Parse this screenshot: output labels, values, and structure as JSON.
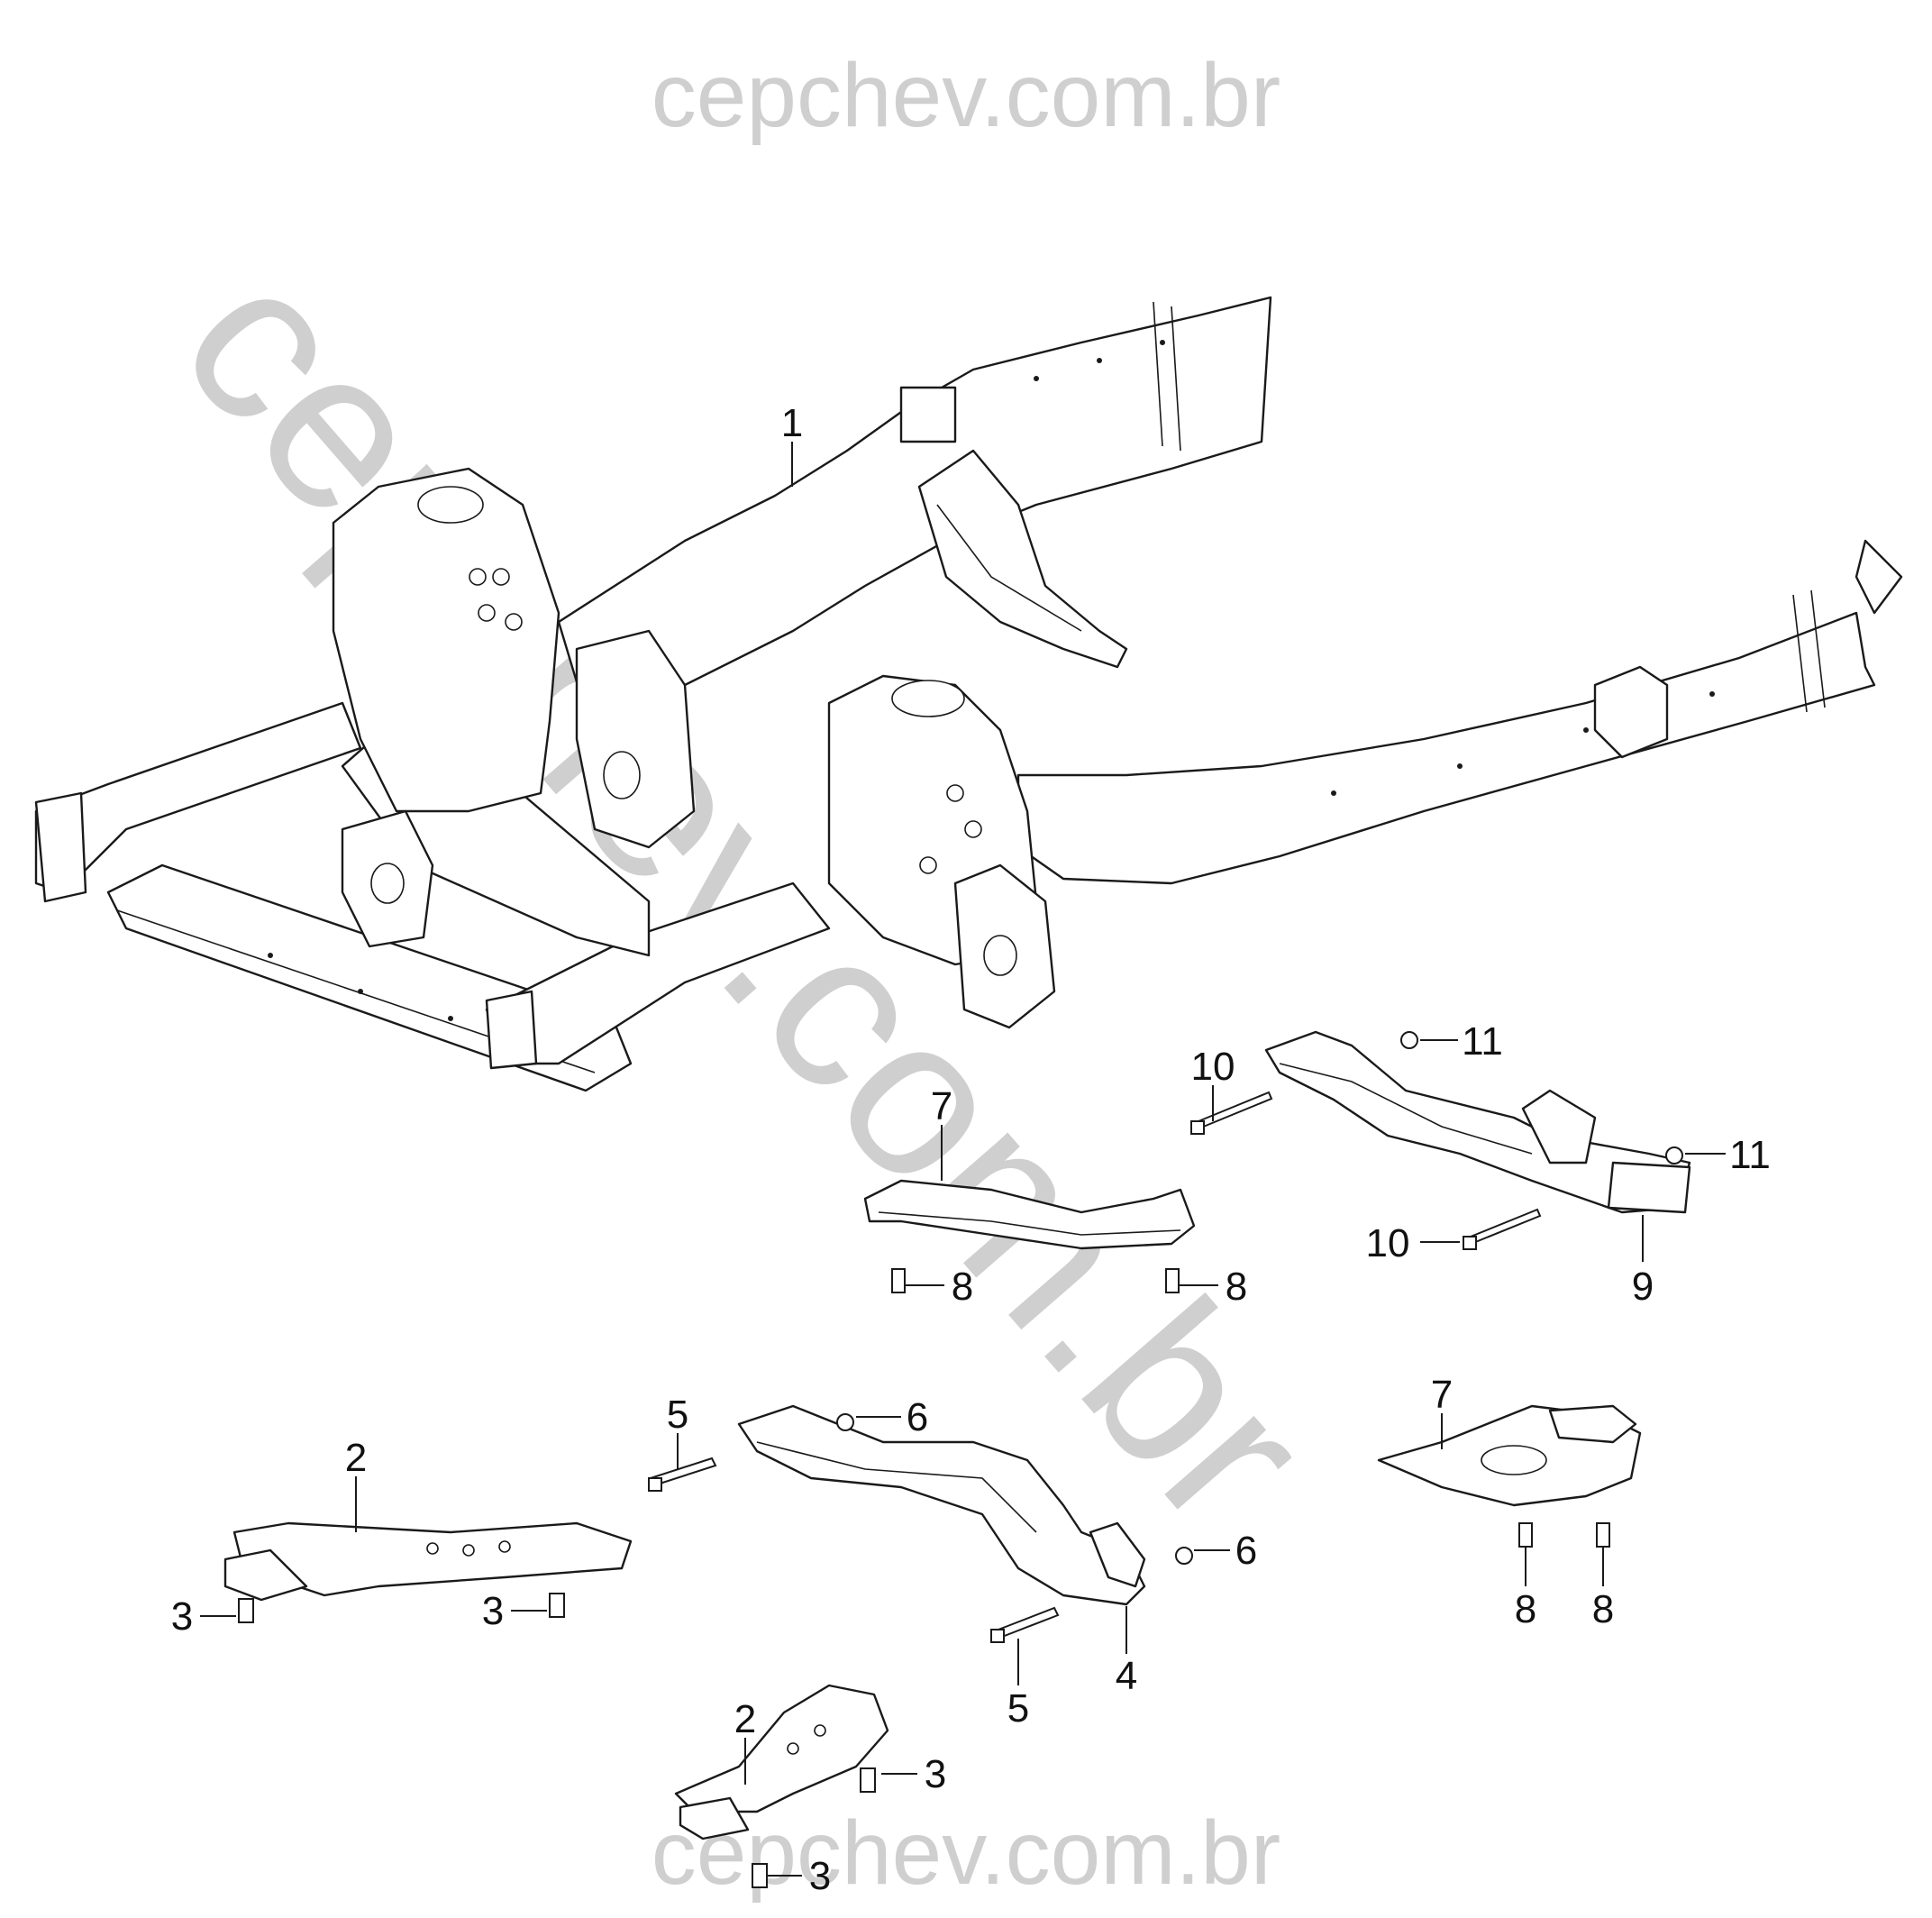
{
  "watermark": {
    "header": "cepchev.com.br",
    "footer": "cepchev.com.br",
    "diagonal": "cepchev.com.br"
  },
  "callouts": {
    "c1": "1",
    "c2a": "2",
    "c2b": "2",
    "c3a": "3",
    "c3b": "3",
    "c3c": "3",
    "c3d": "3",
    "c4": "4",
    "c5a": "5",
    "c5b": "5",
    "c6a": "6",
    "c6b": "6",
    "c7a": "7",
    "c7b": "7",
    "c8a": "8",
    "c8b": "8",
    "c8c": "8",
    "c8d": "8",
    "c9": "9",
    "c10a": "10",
    "c10b": "10",
    "c11a": "11",
    "c11b": "11"
  }
}
